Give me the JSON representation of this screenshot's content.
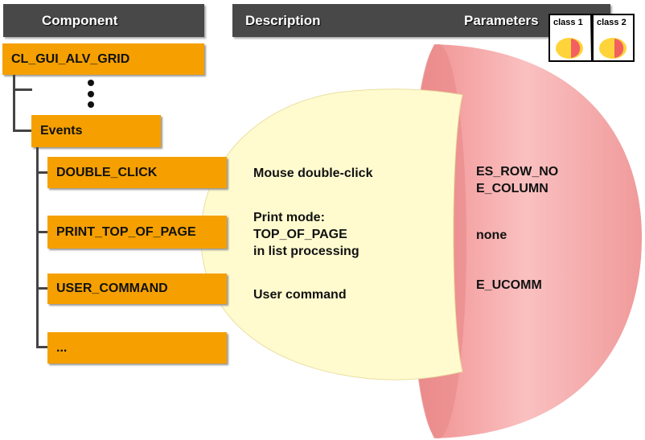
{
  "headers": {
    "component": "Component",
    "description": "Description",
    "parameters": "Parameters"
  },
  "book": {
    "left_label": "class 1",
    "right_label": "class 2"
  },
  "tree": {
    "root": "CL_GUI_ALV_GRID",
    "group": "Events",
    "events": [
      {
        "name": "DOUBLE_CLICK",
        "description": [
          "Mouse double-click"
        ],
        "parameters": [
          "ES_ROW_NO",
          "E_COLUMN"
        ]
      },
      {
        "name": "PRINT_TOP_OF_PAGE",
        "description": [
          "Print mode:",
          "TOP_OF_PAGE",
          "in list processing"
        ],
        "parameters": [
          "none"
        ]
      },
      {
        "name": "USER_COMMAND",
        "description": [
          "User command"
        ],
        "parameters": [
          "E_UCOMM"
        ]
      },
      {
        "name": "..."
      }
    ]
  },
  "colors": {
    "orange": "#F5A000",
    "header": "#484848",
    "yellow": "#FFFBCF",
    "pink": "#F8B4B4"
  }
}
